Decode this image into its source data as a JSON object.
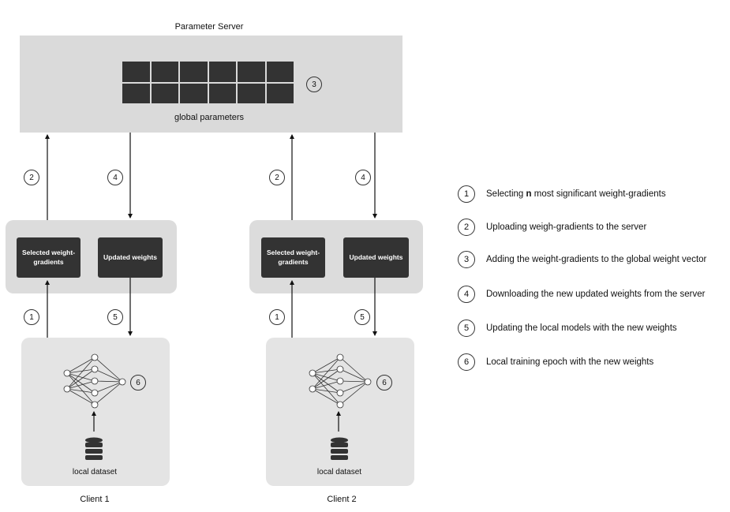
{
  "server": {
    "title": "Parameter Server",
    "caption": "global parameters",
    "step": "3"
  },
  "clients": [
    {
      "name": "Client 1",
      "selected_label": "Selected weight-gradients",
      "updated_label": "Updated weights",
      "dataset_label": "local dataset",
      "steps": {
        "upload": "2",
        "download": "4",
        "select": "1",
        "update": "5",
        "train": "6"
      }
    },
    {
      "name": "Client 2",
      "selected_label": "Selected weight-gradients",
      "updated_label": "Updated weights",
      "dataset_label": "local dataset",
      "steps": {
        "upload": "2",
        "download": "4",
        "select": "1",
        "update": "5",
        "train": "6"
      }
    }
  ],
  "legend": [
    {
      "num": "1",
      "pre": "Selecting ",
      "bold": "n",
      "post": " most significant weight-gradients"
    },
    {
      "num": "2",
      "pre": "Uploading weigh-gradients to the server",
      "bold": "",
      "post": ""
    },
    {
      "num": "3",
      "pre": "Adding the weight-gradients to the global weight vector",
      "bold": "",
      "post": ""
    },
    {
      "num": "4",
      "pre": "Downloading the new updated weights from the server",
      "bold": "",
      "post": ""
    },
    {
      "num": "5",
      "pre": "Updating the local models with the new weights",
      "bold": "",
      "post": ""
    },
    {
      "num": "6",
      "pre": "Local training epoch with the new weights",
      "bold": "",
      "post": ""
    }
  ],
  "colors": {
    "server_bg": "#dadada",
    "dark": "#333333",
    "client_bg": "#e4e4e4"
  }
}
